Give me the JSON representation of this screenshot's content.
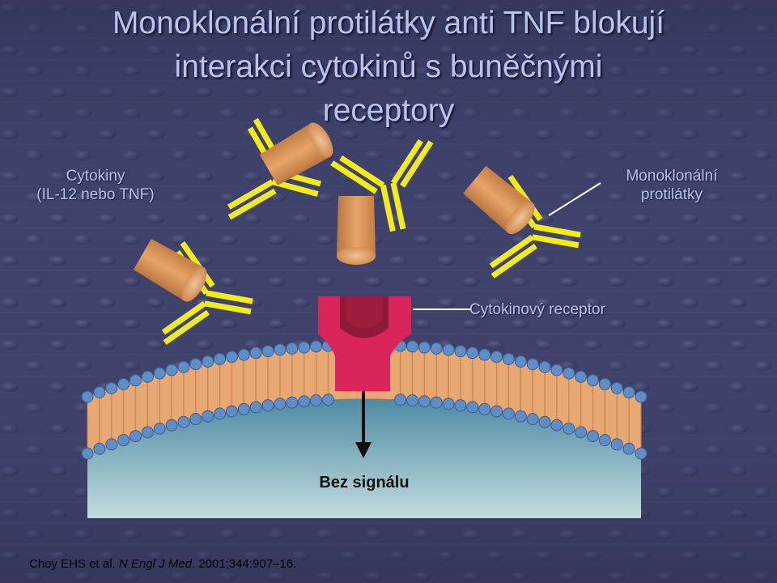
{
  "slide": {
    "title_lines": [
      "Monoklonální protilátky anti TNF blokují",
      "interakci cytokinů  s  buněčnými",
      "receptory"
    ],
    "label_cytokines_line1": "Cytokiny",
    "label_cytokines_line2": "(IL-12 nebo TNF)",
    "label_antibodies_line1": "Monoklonální",
    "label_antibodies_line2": "protilátky",
    "label_receptor": "Cytokinový receptor",
    "label_signal": "Bez signálu",
    "citation": {
      "authors": "Choy EHS et al. ",
      "journal": "N Engl J Med",
      "details": ". 2001;344:907–16."
    }
  },
  "colors": {
    "background": "#3f426a",
    "antibody": "#f4ec1a",
    "cytokine": "#d68f55",
    "receptor": "#d9255a",
    "receptor_pocket": "#8e1a3a",
    "membrane_head": "#5f8ec6",
    "membrane_tail": "#e8a874",
    "cytoplasm": "#9fc4c8"
  },
  "icons": [
    "antibody-icon",
    "cytokine-icon",
    "receptor-icon",
    "arrow-down-icon"
  ]
}
